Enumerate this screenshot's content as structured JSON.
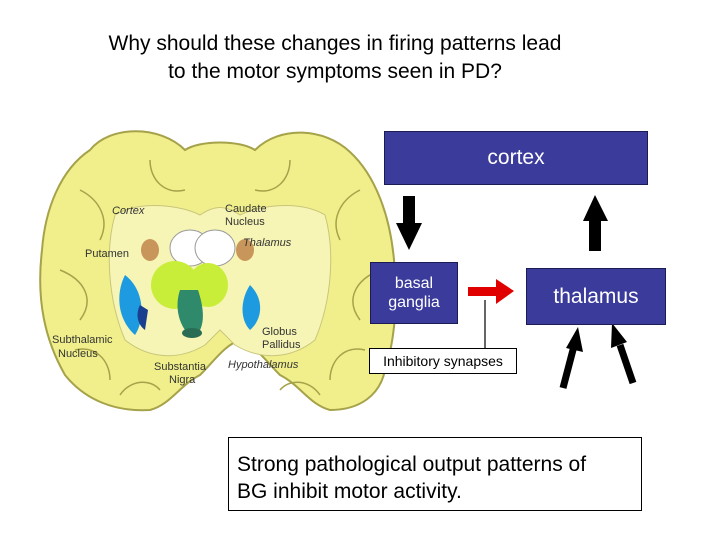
{
  "title": {
    "line1": "Why should these changes in firing patterns lead",
    "line2": "to the motor symptoms seen in PD?"
  },
  "diagram": {
    "cortex_label": "cortex",
    "basal_ganglia_label": {
      "line1": "basal",
      "line2": "ganglia"
    },
    "thalamus_label": "thalamus",
    "inhibitory_label": "Inhibitory synapses",
    "conclusion": {
      "line1": "Strong pathological output patterns of",
      "line2": "BG inhibit motor activity."
    },
    "colors": {
      "box_fill": "#3b3b9c",
      "inhibitory_arrow": "#e00000",
      "arrows": "#000000"
    }
  },
  "brain_labels": {
    "cortex": "Cortex",
    "caudate": {
      "line1": "Caudate",
      "line2": "Nucleus"
    },
    "thalamus": "Thalamus",
    "putamen": "Putamen",
    "globus": {
      "line1": "Globus",
      "line2": "Pallidus"
    },
    "subthalamic": {
      "line1": "Subthalamic",
      "line2": "Nucleus"
    },
    "substantia": {
      "line1": "Substantia",
      "line2": "Nigra"
    },
    "hypothalamus": "Hypothalamus"
  }
}
